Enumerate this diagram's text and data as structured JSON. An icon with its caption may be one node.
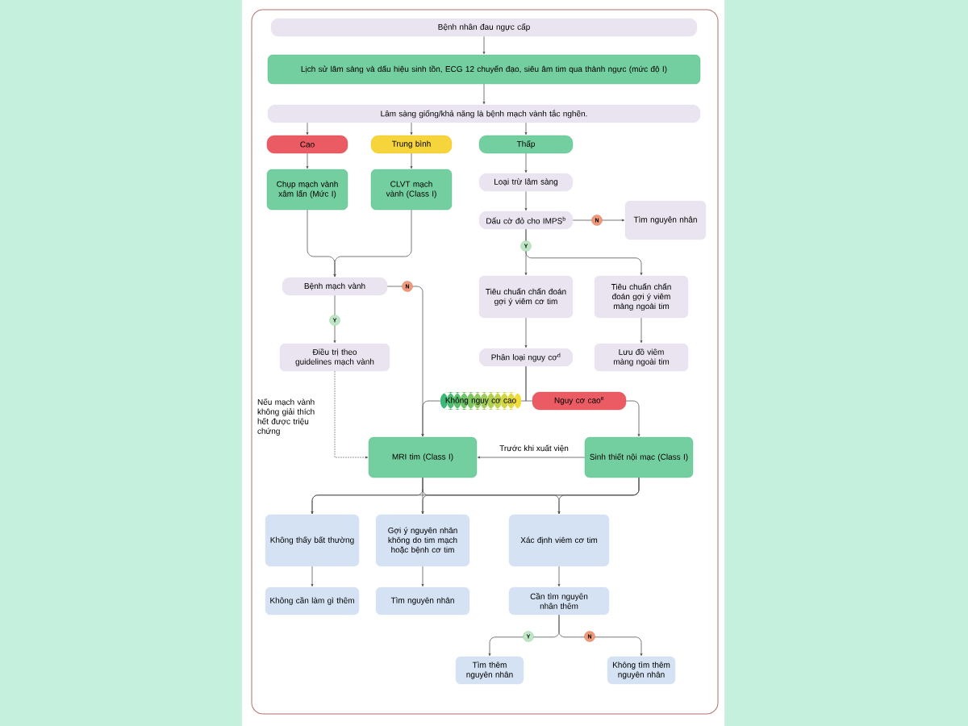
{
  "diagram": {
    "nodes": [
      {
        "text": [
          "Bệnh nhân đau ngực cấp"
        ]
      },
      {
        "text": [
          "Lịch sử lâm sàng và dấu hiệu sinh tồn, ECG 12 chuyển đạo, siêu âm tim qua thành ngực (mức độ I)"
        ]
      },
      {
        "text": [
          "Lâm sàng giống/khả năng là bệnh mạch vành tắc nghẽn."
        ]
      },
      {
        "text": [
          "Cao"
        ]
      },
      {
        "text": [
          "Trung bình"
        ]
      },
      {
        "text": [
          "Thấp"
        ]
      },
      {
        "text": [
          "Chụp mạch vành xâm lấn (Mức I)"
        ]
      },
      {
        "text": [
          "CLVT mạch vành (Class I)"
        ]
      },
      {
        "text": [
          "Loại trừ lâm sàng"
        ]
      },
      {
        "text": [
          "Dấu cờ đỏ cho IMPS$^{b}$"
        ]
      },
      {
        "text": [
          "Tìm nguyên nhân"
        ]
      },
      {
        "text": [
          "Bệnh mạch vành"
        ]
      },
      {
        "text": [
          "Tiêu chuẩn chẩn đoán gợi ý viêm cơ tim"
        ]
      },
      {
        "text": [
          "Tiêu chuẩn chẩn đoán gợi ý viêm màng ngoài tim"
        ]
      },
      {
        "text": [
          "Điều trị theo guidelines mạch vành"
        ]
      },
      {
        "text": [
          "Phân loại nguy cơ$^{d}$"
        ]
      },
      {
        "text": [
          "Lưu đồ viêm màng ngoài tim"
        ]
      },
      {
        "text": [
          "Không nguy cơ cao"
        ]
      },
      {
        "text": [
          "Nguy cơ cao$^{e}$"
        ]
      },
      {
        "text": [
          "MRI tim (Class I)"
        ]
      },
      {
        "text": [
          "Sinh thiết nội mạc (Class I)"
        ]
      },
      {
        "text": [
          "Không thấy bất thường"
        ]
      },
      {
        "text": [
          "Gợi ý nguyên nhân không do tim mạch hoặc bệnh cơ tim"
        ]
      },
      {
        "text": [
          "Xác định viêm cơ tim"
        ]
      },
      {
        "text": [
          "Không cần làm gì thêm"
        ]
      },
      {
        "text": [
          "Tìm nguyên nhân"
        ]
      },
      {
        "text": [
          "Cần tìm nguyên nhân thêm"
        ]
      },
      {
        "text": [
          "Tìm thêm nguyên nhân"
        ]
      },
      {
        "text": [
          "Không tìm thêm nguyên nhân"
        ]
      }
    ],
    "edges": [
      {
        "from": 0,
        "to": 1,
        "arrow": "to"
      },
      {
        "from": 1,
        "to": 2,
        "arrow": "to"
      },
      {
        "from": 2,
        "to": 3,
        "arrow": "to"
      },
      {
        "from": 2,
        "to": 4,
        "arrow": "to"
      },
      {
        "from": 2,
        "to": 5,
        "arrow": "to"
      },
      {
        "from": 3,
        "to": 6,
        "arrow": "to"
      },
      {
        "from": 4,
        "to": 7,
        "arrow": "to"
      },
      {
        "from": 5,
        "to": 8,
        "arrow": "to"
      },
      {
        "from": 6,
        "to": 11,
        "arrow": "to"
      },
      {
        "from": 7,
        "to": 11,
        "arrow": "to"
      },
      {
        "from": 8,
        "to": 9,
        "arrow": "to"
      },
      {
        "from": 9,
        "to": 10,
        "arrow": "to",
        "label": "N"
      },
      {
        "from": 9,
        "to": 12,
        "arrow": "to",
        "label": "Y"
      },
      {
        "from": 9,
        "to": 13,
        "arrow": "to"
      },
      {
        "from": 11,
        "to": 19,
        "arrow": "to",
        "label": "N"
      },
      {
        "from": 11,
        "to": 14,
        "arrow": "to",
        "label": "Y"
      },
      {
        "from": 12,
        "to": 15,
        "arrow": "to"
      },
      {
        "from": 13,
        "to": 16,
        "arrow": "to"
      },
      {
        "from": 15,
        "to": 17,
        "arrow": "none"
      },
      {
        "from": 15,
        "to": 18,
        "arrow": "none"
      },
      {
        "from": 17,
        "to": 19,
        "arrow": "to"
      },
      {
        "from": 18,
        "to": 20,
        "arrow": "to"
      },
      {
        "from": 14,
        "to": 19,
        "arrow": "to",
        "style": "dashed",
        "label": "Nếu mạch vành không giải thích hết được triệu chứng"
      },
      {
        "from": 20,
        "to": 19,
        "arrow": "to",
        "label": "Trước khi xuất viện"
      },
      {
        "from": 19,
        "to": 21,
        "arrow": "to"
      },
      {
        "from": 19,
        "to": 22,
        "arrow": "to"
      },
      {
        "from": 19,
        "to": 23,
        "arrow": "to"
      },
      {
        "from": 20,
        "to": 21,
        "arrow": "to"
      },
      {
        "from": 20,
        "to": 22,
        "arrow": "to"
      },
      {
        "from": 20,
        "to": 23,
        "arrow": "to"
      },
      {
        "from": 21,
        "to": 24,
        "arrow": "to"
      },
      {
        "from": 22,
        "to": 25,
        "arrow": "to"
      },
      {
        "from": 23,
        "to": 26,
        "arrow": "to"
      },
      {
        "from": 26,
        "to": 27,
        "arrow": "to",
        "label": "Y"
      },
      {
        "from": 26,
        "to": 28,
        "arrow": "to",
        "label": "N"
      }
    ]
  }
}
